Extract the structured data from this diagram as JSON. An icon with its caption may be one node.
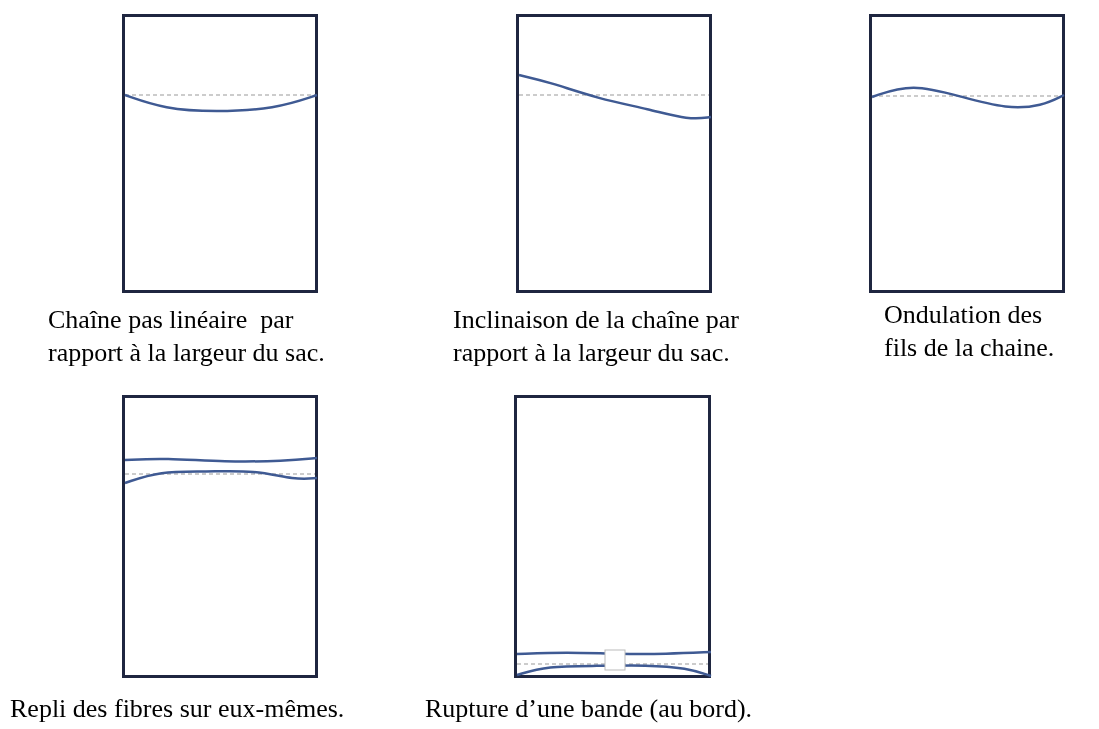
{
  "diagram": {
    "nodes": [
      {
        "text": [],
        "shape": "box",
        "beside": [
          "Chaîne pas linéaire  par rapport à la largeur du sac."
        ]
      },
      {
        "text": [],
        "shape": "box",
        "beside": [
          "Inclinaison de la chaîne par rapport à la largeur du sac."
        ]
      },
      {
        "text": [],
        "shape": "box",
        "beside": [
          "Ondulation des fils de la chaine."
        ]
      },
      {
        "text": [],
        "shape": "box",
        "beside": [
          "Repli des fibres sur eux-mêmes."
        ]
      },
      {
        "text": [],
        "shape": "box",
        "beside": [
          "Rupture d’une bande (au bord)."
        ]
      }
    ]
  }
}
